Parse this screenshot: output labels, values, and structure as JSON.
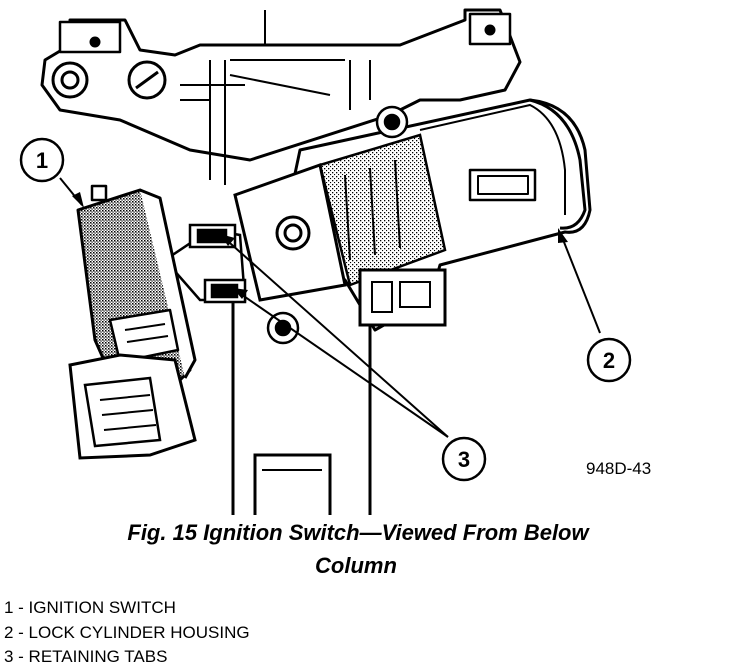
{
  "figure": {
    "callouts": [
      {
        "number": "1"
      },
      {
        "number": "2"
      },
      {
        "number": "3"
      }
    ],
    "figure_code": "948D-43",
    "colors": {
      "ink": "#000000",
      "paper": "#ffffff",
      "shade": "#8a8a8a"
    }
  },
  "caption": {
    "line1": "Fig. 15 Ignition Switch—Viewed From Below",
    "line2": "Column"
  },
  "legend": [
    {
      "text": "1 - IGNITION SWITCH"
    },
    {
      "text": "2 - LOCK CYLINDER HOUSING"
    },
    {
      "text": "3 - RETAINING TABS"
    }
  ]
}
